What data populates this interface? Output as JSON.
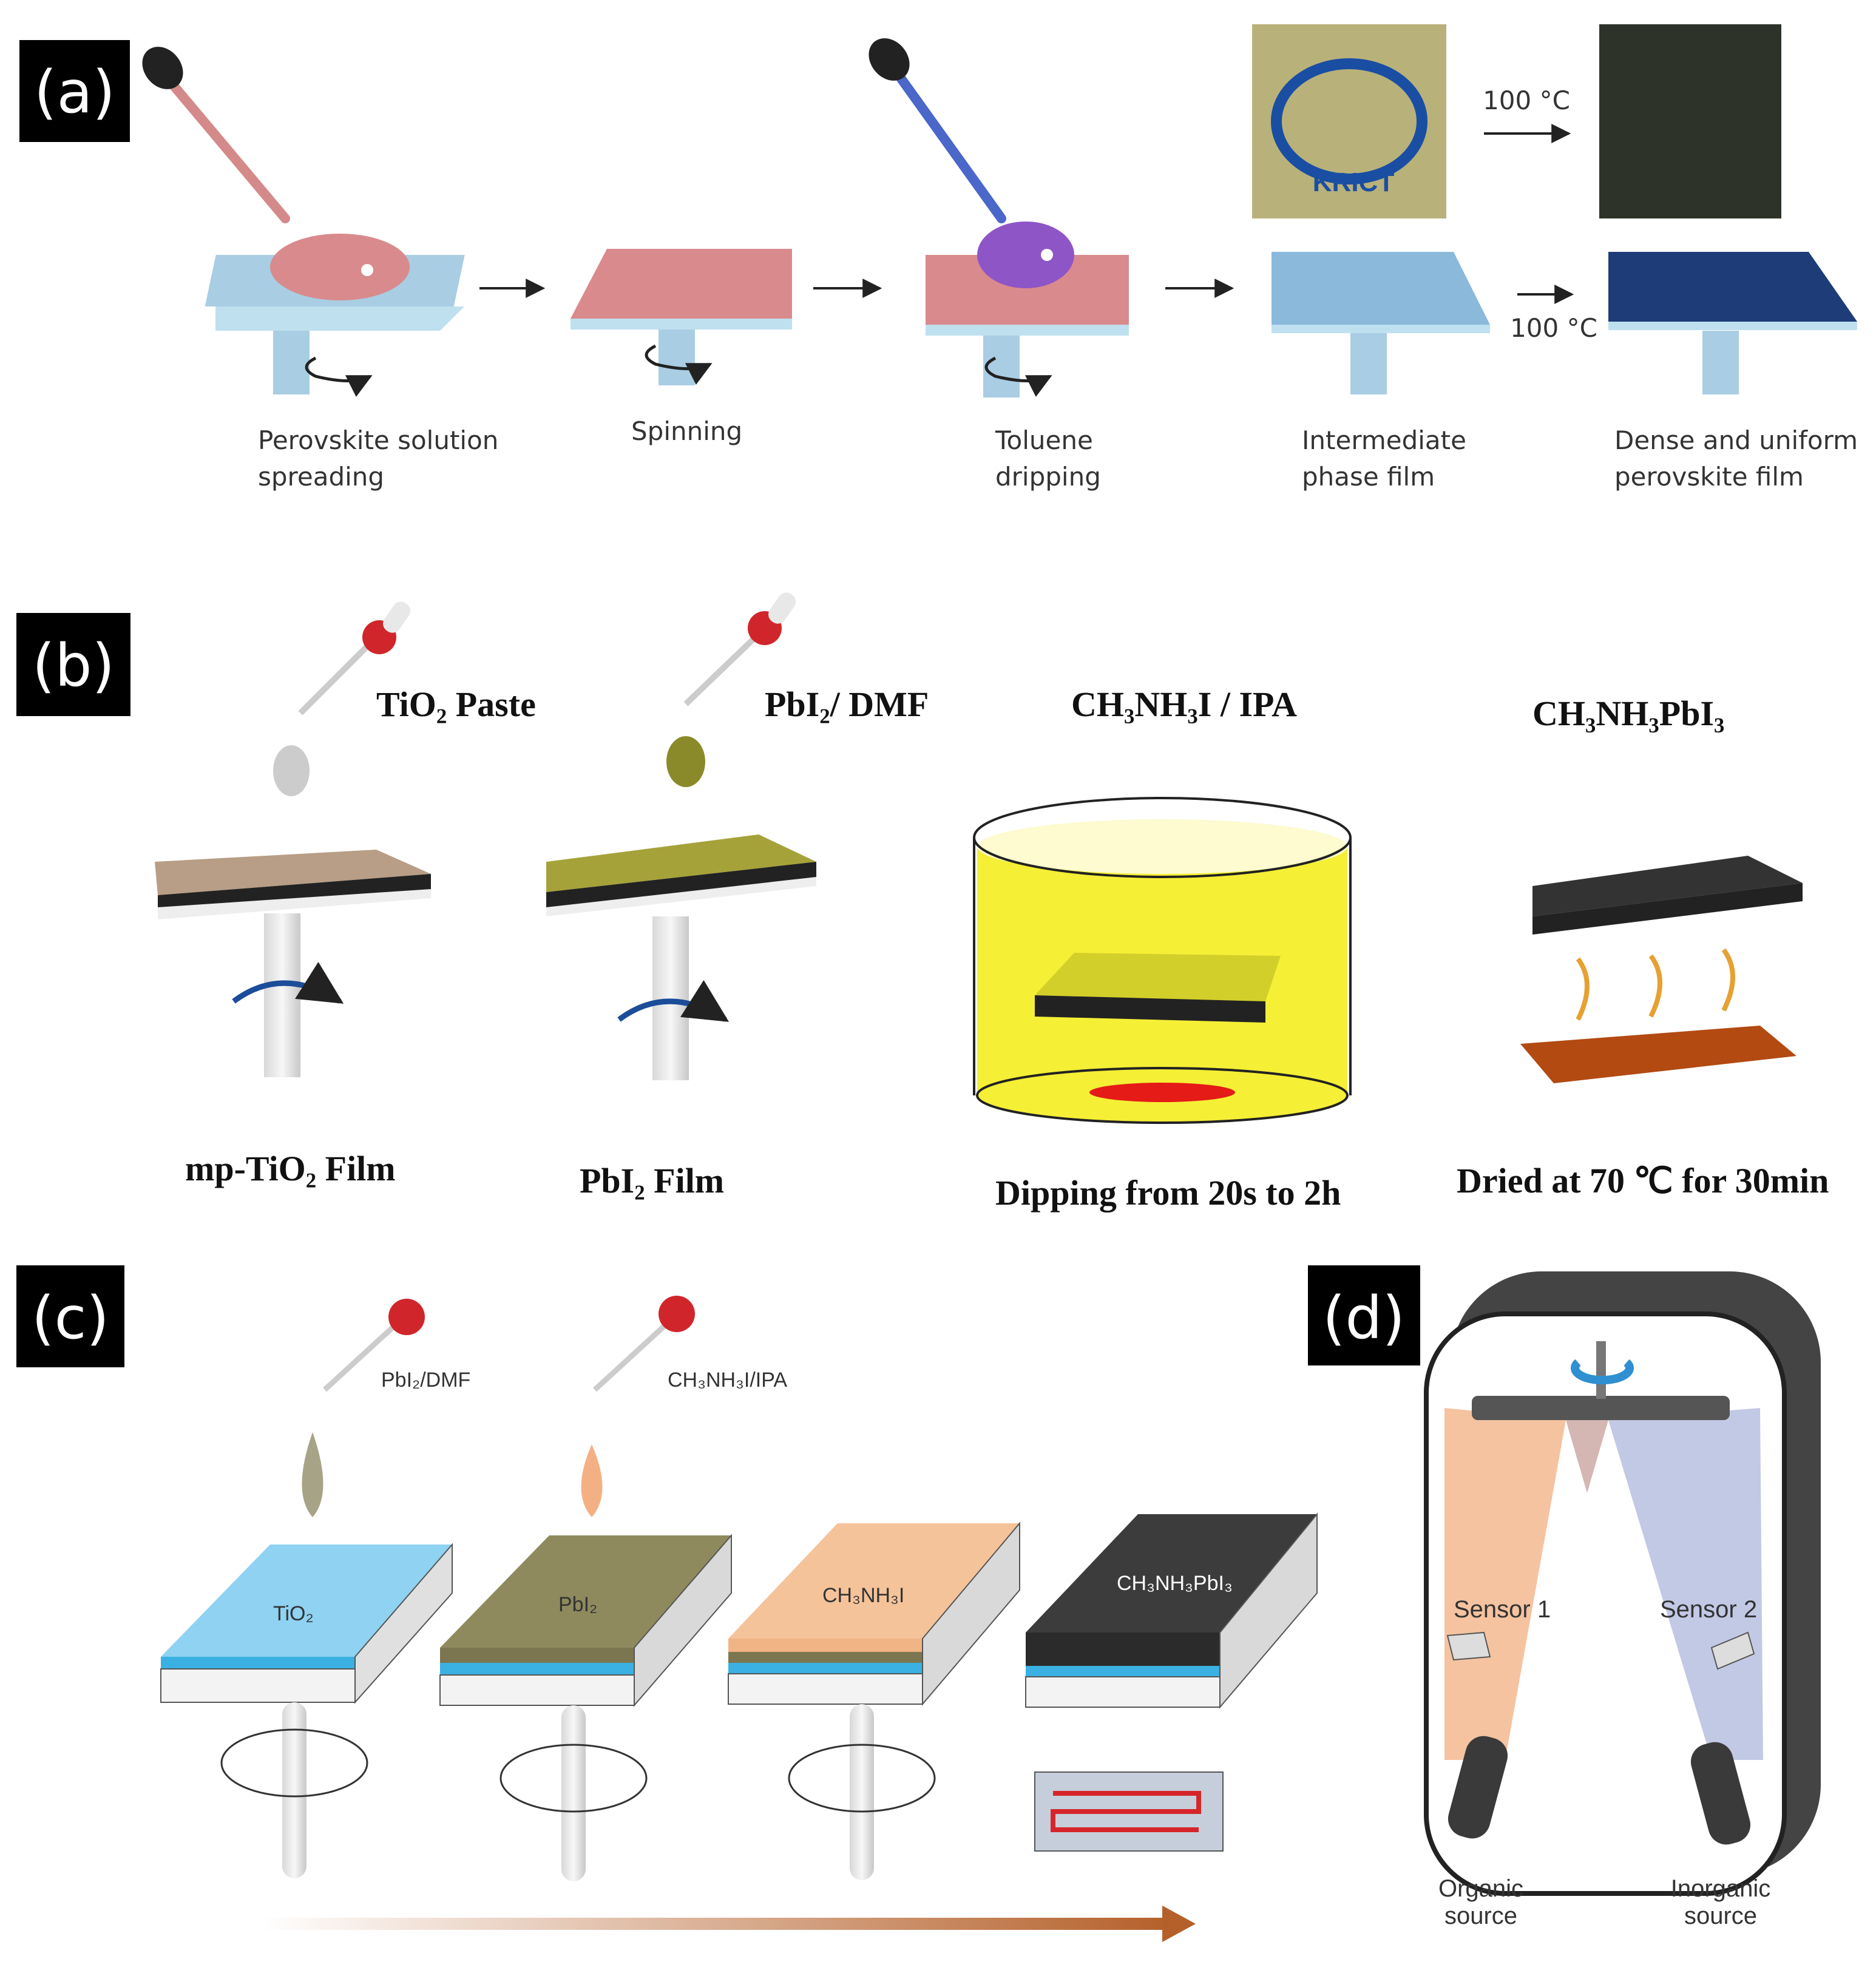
{
  "panel_a": {
    "label": "(a)",
    "captions": [
      [
        "Perovskite solution",
        "spreading"
      ],
      [
        "Spinning"
      ],
      [
        "Toluene",
        "dripping"
      ],
      [
        "Intermediate",
        "phase film"
      ],
      [
        "Dense and uniform",
        "perovskite film"
      ]
    ],
    "temp_top": "100 °C",
    "temp_mid": "100 °C",
    "logo_text": "KRICT"
  },
  "panel_b": {
    "label": "(b)",
    "reagents": [
      "TiO₂  Paste",
      "PbI₂/ DMF",
      "CH₃NH₃I / IPA",
      "CH₃NH₃PbI₃"
    ],
    "captions": [
      "mp-TiO₂ Film",
      "PbI₂ Film",
      "Dipping from 20s to 2h",
      "Dried at 70 ℃ for 30min"
    ]
  },
  "panel_c": {
    "label": "(c)",
    "droppers": [
      "PbI₂/DMF",
      "CH₃NH₃I/IPA"
    ],
    "layers": [
      "TiO₂",
      "PbI₂",
      "CH₃NH₃I",
      "CH₃NH₃PbI₃"
    ]
  },
  "panel_d": {
    "label": "(d)",
    "sensors": [
      "Sensor 1",
      "Sensor 2"
    ],
    "sources": [
      [
        "Organic",
        "source"
      ],
      [
        "Inorganic",
        "source"
      ]
    ]
  },
  "colors": {
    "label_bg": "#000000",
    "perovskite_pink": "#d98a8d",
    "substrate_blue": "#a9cde3",
    "pbi2_olive": "#8e8a5e",
    "mai_orange": "#f5c39a",
    "film_dark": "#3c3c3c",
    "organic_beam": "#f3b98f",
    "inorganic_beam": "#b7c0e0"
  }
}
